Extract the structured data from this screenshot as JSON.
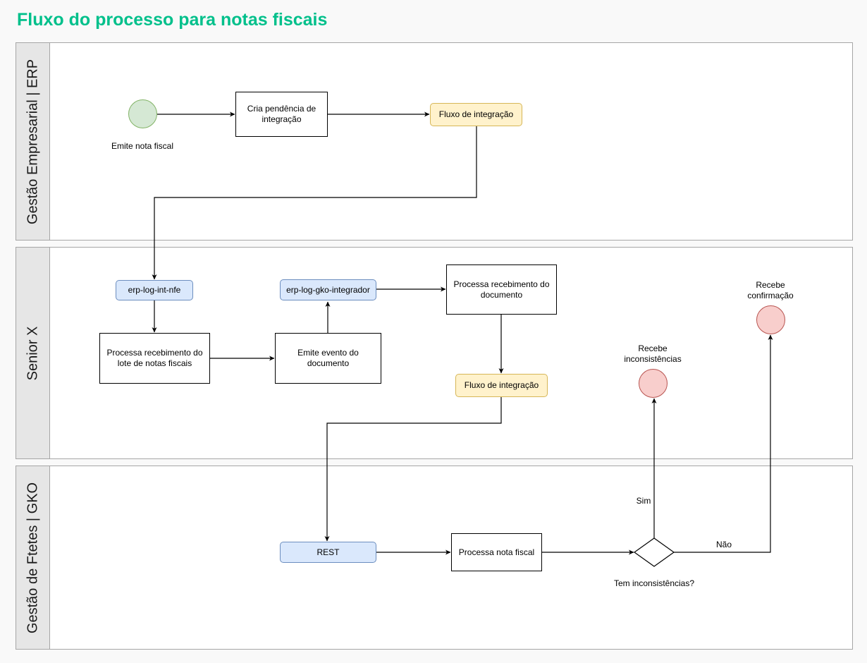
{
  "title": "Fluxo do processo para notas fiscais",
  "lanes": [
    {
      "label": "Gestão Empresarial | ERP"
    },
    {
      "label": "Senior X"
    },
    {
      "label": "Gestão de Ftetes | GKO"
    }
  ],
  "nodes": {
    "emite_nota": {
      "label": "Emite nota fiscal",
      "type": "start-event"
    },
    "cria_pendencia": {
      "label": "Cria pendência de integração",
      "type": "task"
    },
    "fluxo_integracao_erp": {
      "label": "Fluxo de integração",
      "type": "subprocess"
    },
    "erp_log_int_nfe": {
      "label": "erp-log-int-nfe",
      "type": "queue"
    },
    "processa_lote": {
      "label": "Processa recebimento do lote de notas fiscais",
      "type": "task"
    },
    "emite_evento": {
      "label": "Emite evento do documento",
      "type": "task"
    },
    "erp_log_gko_integrador": {
      "label": "erp-log-gko-integrador",
      "type": "queue"
    },
    "processa_documento": {
      "label": "Processa recebimento do documento",
      "type": "task"
    },
    "fluxo_integracao_senior": {
      "label": "Fluxo de integração",
      "type": "subprocess"
    },
    "recebe_inconsistencias": {
      "label": "Recebe inconsistências",
      "type": "end-event"
    },
    "recebe_confirmacao": {
      "label": "Recebe confirmação",
      "type": "end-event"
    },
    "rest": {
      "label": "REST",
      "type": "queue"
    },
    "processa_nota": {
      "label": "Processa nota fiscal",
      "type": "task"
    },
    "gateway": {
      "label": "Tem inconsistências?",
      "type": "gateway"
    }
  },
  "edge_labels": {
    "sim": "Sim",
    "nao": "Não"
  }
}
